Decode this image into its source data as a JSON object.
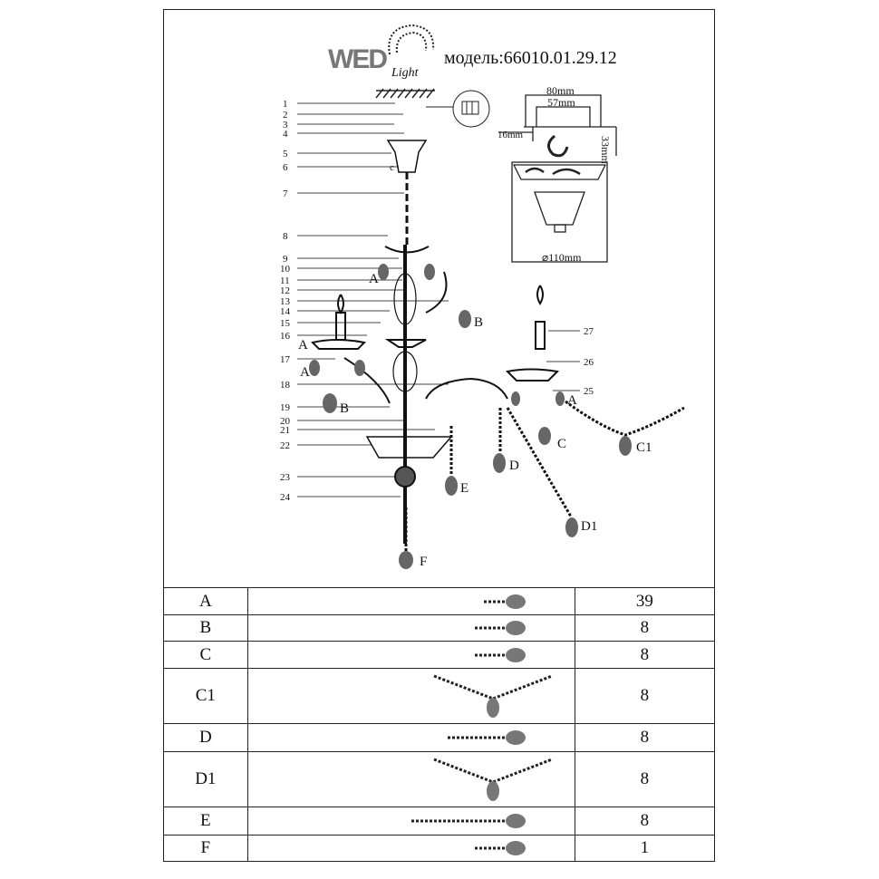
{
  "header": {
    "logo_text": "WED Light",
    "model": "модель:66010.01.29.12"
  },
  "dimensions": {
    "width_outer": "80mm",
    "width_inner": "57mm",
    "offset": "16mm",
    "height": "33mm",
    "diameter": "⌀110mm"
  },
  "callouts": [
    "1",
    "2",
    "3",
    "4",
    "5",
    "6",
    "7",
    "8",
    "9",
    "10",
    "11",
    "12",
    "13",
    "14",
    "15",
    "16",
    "17",
    "18",
    "19",
    "20",
    "21",
    "22",
    "23",
    "24",
    "25",
    "26",
    "27"
  ],
  "part_letters": {
    "A": "A",
    "B": "B",
    "C": "C",
    "C1": "C1",
    "D": "D",
    "D1": "D1",
    "E": "E",
    "F": "F",
    "c": "c"
  },
  "parts_table": [
    {
      "code": "A",
      "qty": "39",
      "shape": "drop-short"
    },
    {
      "code": "B",
      "qty": "8",
      "shape": "drop-flower"
    },
    {
      "code": "C",
      "qty": "8",
      "shape": "drop-flower"
    },
    {
      "code": "C1",
      "qty": "8",
      "shape": "swag"
    },
    {
      "code": "D",
      "qty": "8",
      "shape": "drop-long"
    },
    {
      "code": "D1",
      "qty": "8",
      "shape": "swag"
    },
    {
      "code": "E",
      "qty": "8",
      "shape": "drop-longer"
    },
    {
      "code": "F",
      "qty": "1",
      "shape": "drop-flower"
    }
  ]
}
